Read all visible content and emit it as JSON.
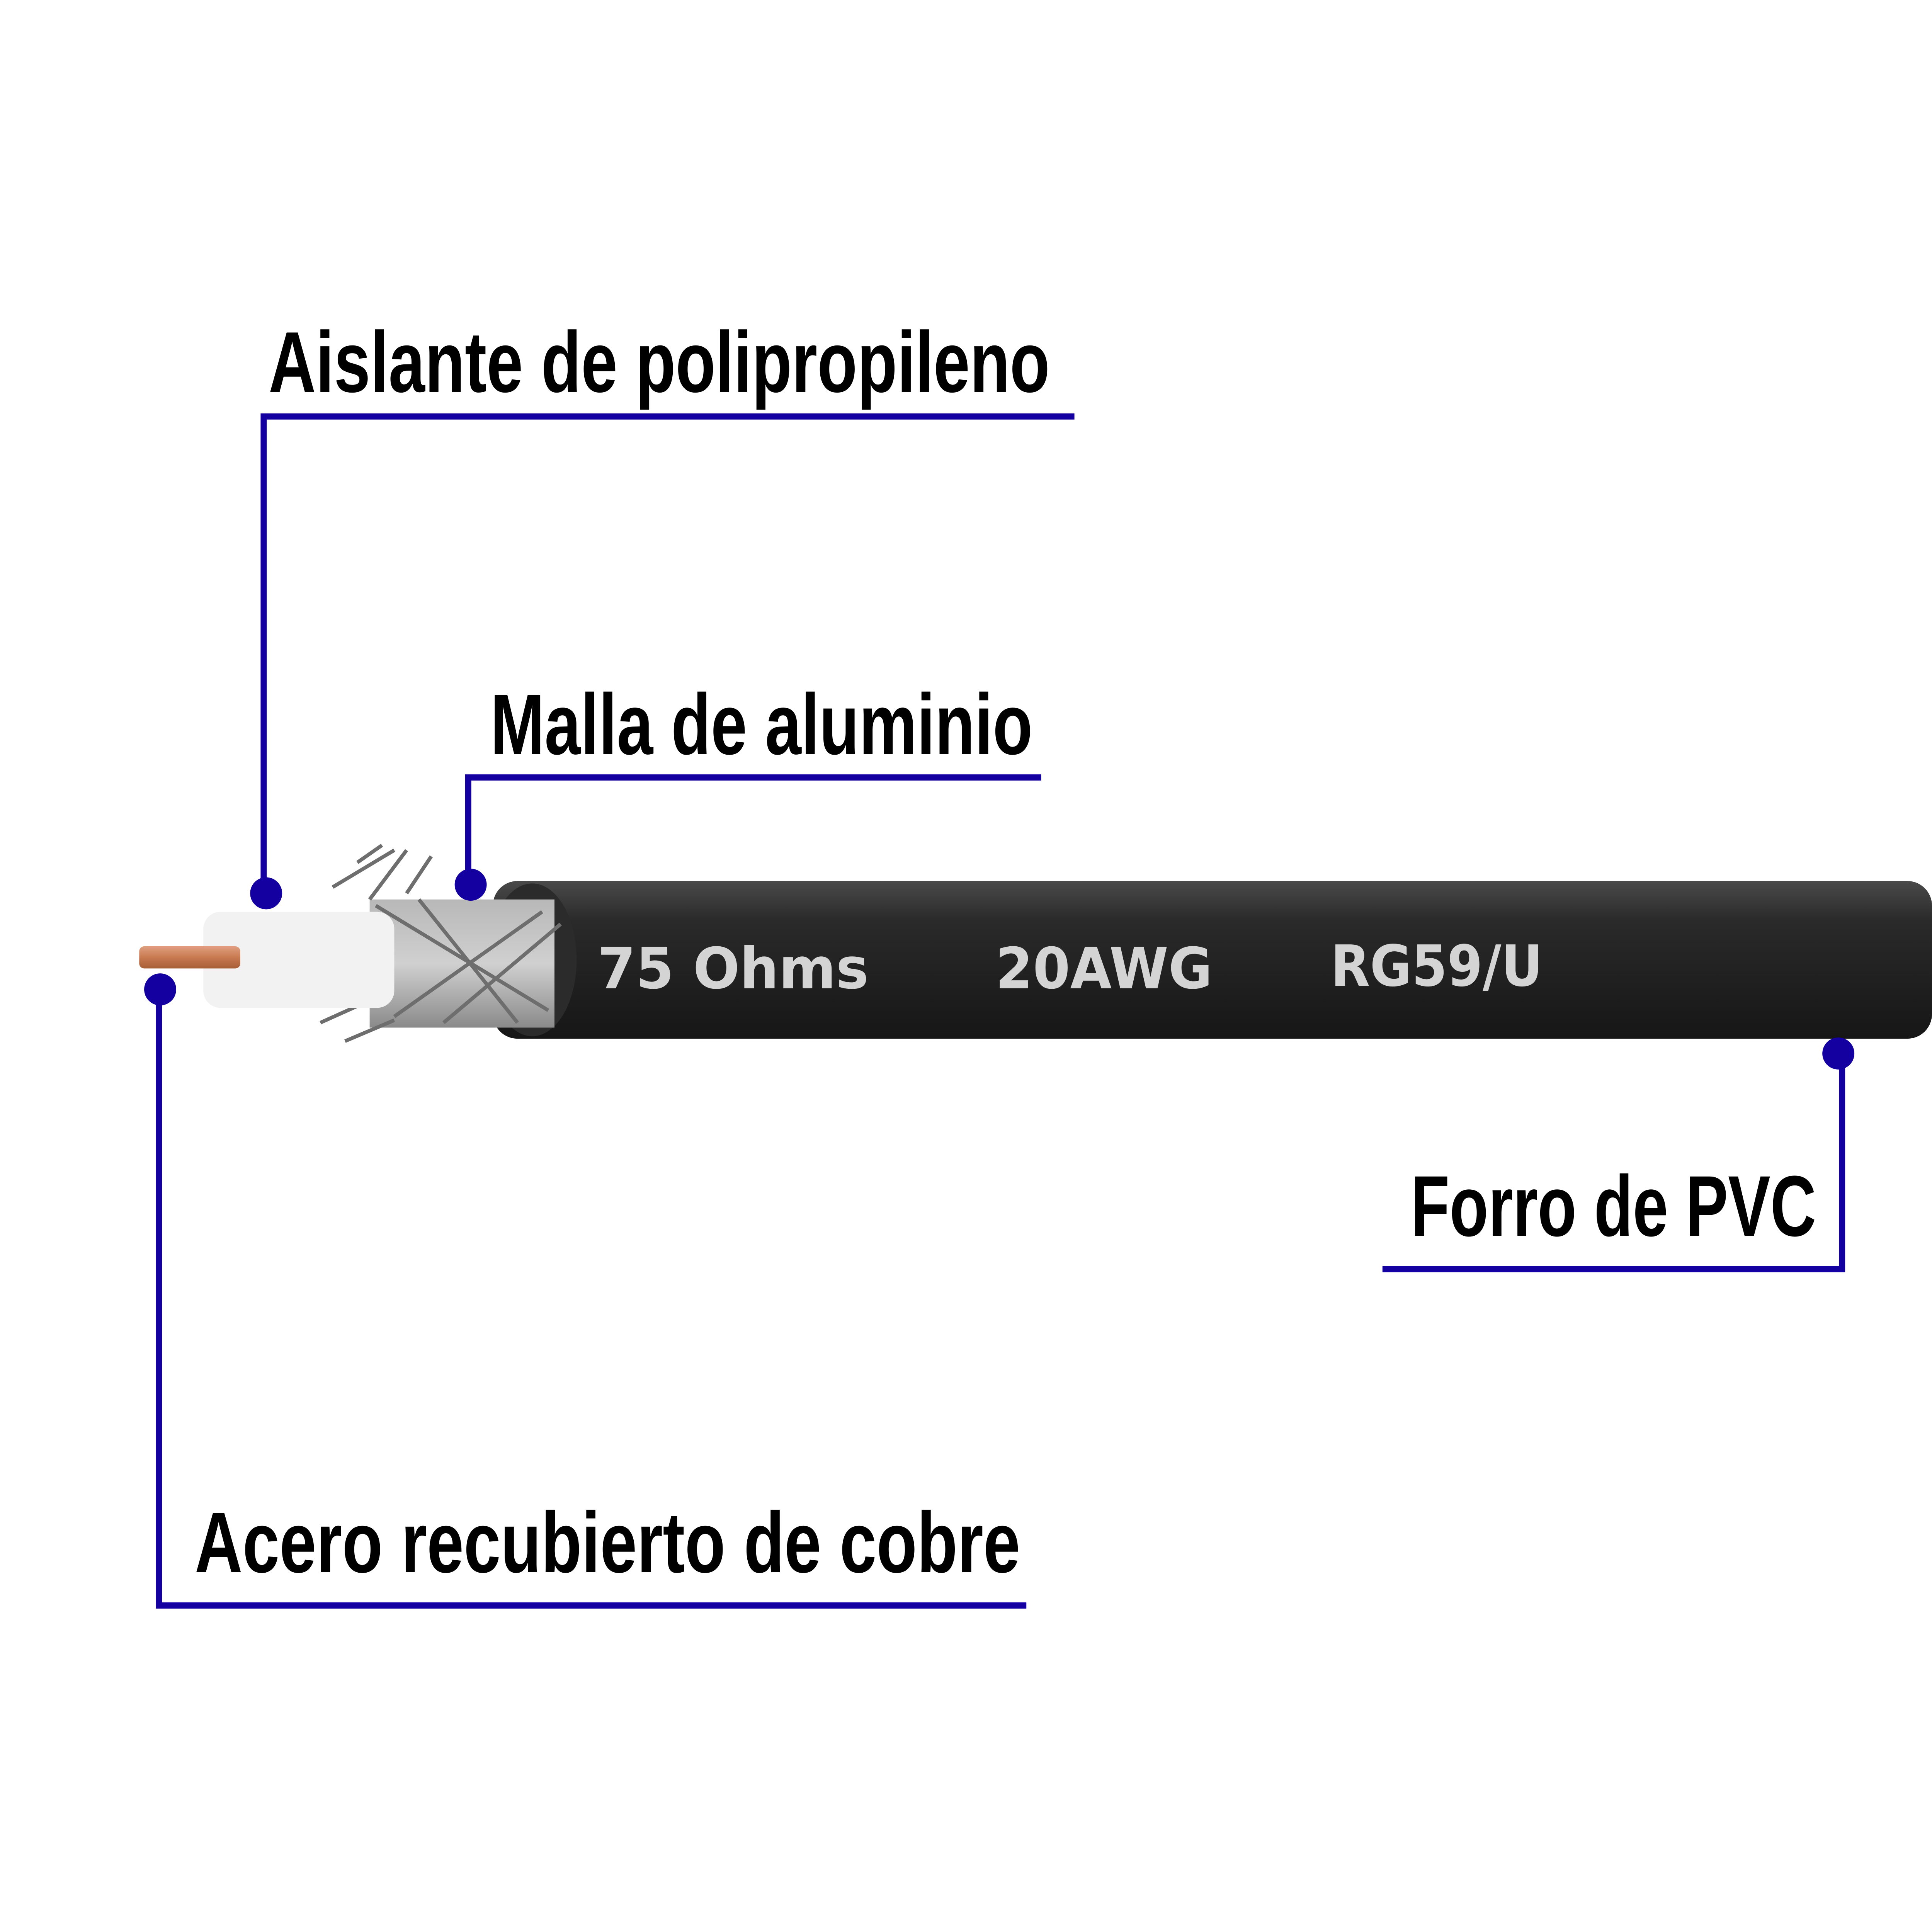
{
  "labels": {
    "insulation": "Aislante de polipropileno",
    "shield": "Malla de aluminio",
    "jacket": "Forro de PVC",
    "conductor": "Acero recubierto de cobre"
  },
  "cable_print": {
    "impedance": "75 Ohms",
    "gauge": "20AWG",
    "type": "RG59/U"
  },
  "colors": {
    "leader_lines": "#1400a0",
    "jacket": "#1e1e1e",
    "copper": "#c87a50",
    "foam": "#f2f2f2"
  }
}
